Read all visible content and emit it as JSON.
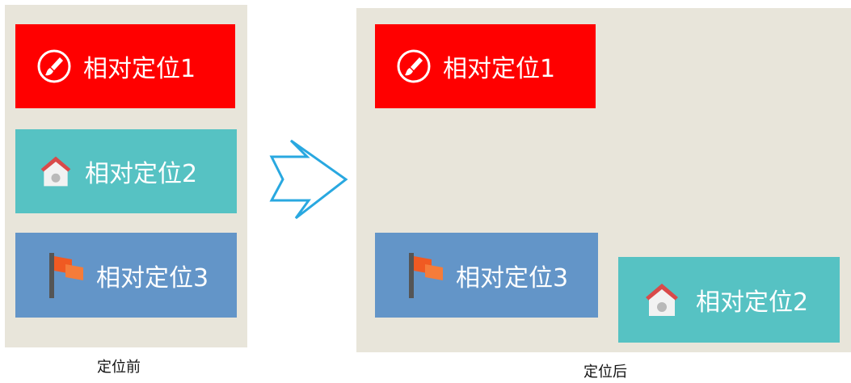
{
  "colors": {
    "panel_bg": "#e8e5da",
    "red": "#ff0000",
    "teal": "#56c2c3",
    "blue": "#6395c8",
    "arrow_stroke": "#29a8e0"
  },
  "boxes": {
    "box1": {
      "label": "相对定位1",
      "icon": "brush-icon"
    },
    "box2": {
      "label": "相对定位2",
      "icon": "house-icon"
    },
    "box3": {
      "label": "相对定位3",
      "icon": "flag-icon"
    }
  },
  "captions": {
    "before": "定位前",
    "after": "定位后"
  },
  "arrow": {
    "icon": "right-arrow-icon"
  }
}
